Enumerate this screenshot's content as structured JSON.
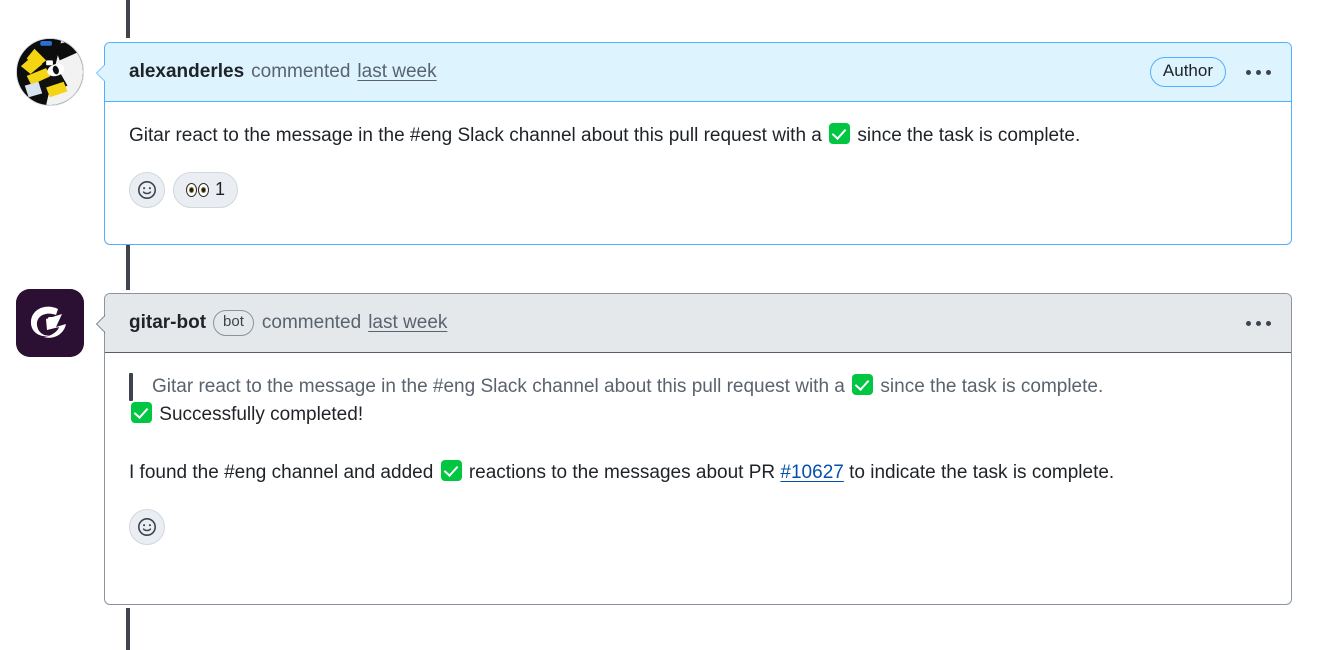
{
  "timeline": {
    "rail_color": "#40444d"
  },
  "comments": [
    {
      "id": "user-comment",
      "author": "alexanderles",
      "author_is_bot": false,
      "avatar_name": "avatar-alexanderles",
      "meta_verb": "commented",
      "timestamp": "last week",
      "badge_label": "Author",
      "accent_color": "#54aeff",
      "header_bg": "#ddf4ff",
      "menu_label": "comment-actions",
      "body": {
        "paragraphs": [
          {
            "type": "paragraph",
            "segments": [
              {
                "kind": "text",
                "text": "Gitar react to the message in the #eng Slack channel about this pull request with a "
              },
              {
                "kind": "emoji",
                "name": "white-check-mark-emoji",
                "color": "#00c642"
              },
              {
                "kind": "text",
                "text": " since the task is complete."
              }
            ]
          }
        ]
      },
      "reactions": [
        {
          "name": "add-reaction-button",
          "icon": "smiley-icon",
          "count": null
        },
        {
          "name": "reaction-eyes",
          "icon": "eyes-emoji",
          "count": "1"
        }
      ]
    },
    {
      "id": "bot-comment",
      "author": "gitar-bot",
      "author_is_bot": true,
      "bot_tag": "bot",
      "avatar_name": "avatar-gitar-bot",
      "meta_verb": "commented",
      "timestamp": "last week",
      "badge_label": null,
      "accent_color": "#57606a",
      "header_bg": "#e5e8eb",
      "menu_label": "comment-actions",
      "body": {
        "quote": {
          "segments": [
            {
              "kind": "text",
              "text": "Gitar react to the message in the #eng Slack channel about this pull request with a "
            },
            {
              "kind": "emoji",
              "name": "white-check-mark-emoji",
              "color": "#00c642"
            },
            {
              "kind": "text",
              "text": " since the task is complete."
            }
          ]
        },
        "paragraphs": [
          {
            "type": "paragraph",
            "segments": [
              {
                "kind": "emoji",
                "name": "white-check-mark-emoji",
                "color": "#00c642"
              },
              {
                "kind": "text",
                "text": " Successfully completed!"
              }
            ]
          },
          {
            "type": "paragraph",
            "segments": [
              {
                "kind": "text",
                "text": "I found the #eng channel and added "
              },
              {
                "kind": "emoji",
                "name": "white-check-mark-emoji",
                "color": "#00c642"
              },
              {
                "kind": "text",
                "text": " reactions to the messages about PR "
              },
              {
                "kind": "link",
                "text": "#10627",
                "color": "#0550ae"
              },
              {
                "kind": "text",
                "text": " to indicate the task is complete."
              }
            ]
          }
        ]
      },
      "reactions": [
        {
          "name": "add-reaction-button",
          "icon": "smiley-icon",
          "count": null
        }
      ]
    }
  ],
  "text": {
    "user_author": "alexanderles",
    "user_verb": "commented",
    "user_time": "last week",
    "user_badge": "Author",
    "user_p1_a": "Gitar react to the message in the #eng Slack channel about this pull request with a",
    "user_p1_b": "since the task is complete.",
    "user_reaction_count": "1",
    "bot_author": "gitar-bot",
    "bot_tag": "bot",
    "bot_verb": "commented",
    "bot_time": "last week",
    "bot_quote_a": "Gitar react to the message in the #eng Slack channel about this pull request with a",
    "bot_quote_b": "since the task is complete.",
    "bot_p1": "Successfully completed!",
    "bot_p2_a": "I found the #eng channel and added",
    "bot_p2_b": "reactions to the messages about PR",
    "bot_p2_link": "#10627",
    "bot_p2_c": "to indicate the task is complete."
  }
}
